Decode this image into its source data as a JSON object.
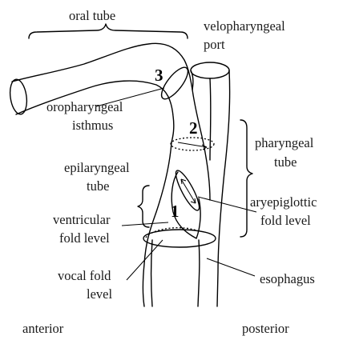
{
  "labels": {
    "oral_tube": "oral tube",
    "velopharyngeal_1": "velopharyngeal",
    "velopharyngeal_2": "port",
    "oropharyngeal_1": "oropharyngeal",
    "oropharyngeal_2": "isthmus",
    "pharyngeal_1": "pharyngeal",
    "pharyngeal_2": "tube",
    "epilaryngeal_1": "epilaryngeal",
    "epilaryngeal_2": "tube",
    "aryepiglottic_1": "aryepiglottic",
    "aryepiglottic_2": "fold level",
    "ventricular_1": "ventricular",
    "ventricular_2": "fold level",
    "vocal_1": "vocal fold",
    "vocal_2": "level",
    "esophagus": "esophagus",
    "anterior": "anterior",
    "posterior": "posterior"
  },
  "numbers": {
    "n1": "1",
    "n2": "2",
    "n3": "3"
  }
}
